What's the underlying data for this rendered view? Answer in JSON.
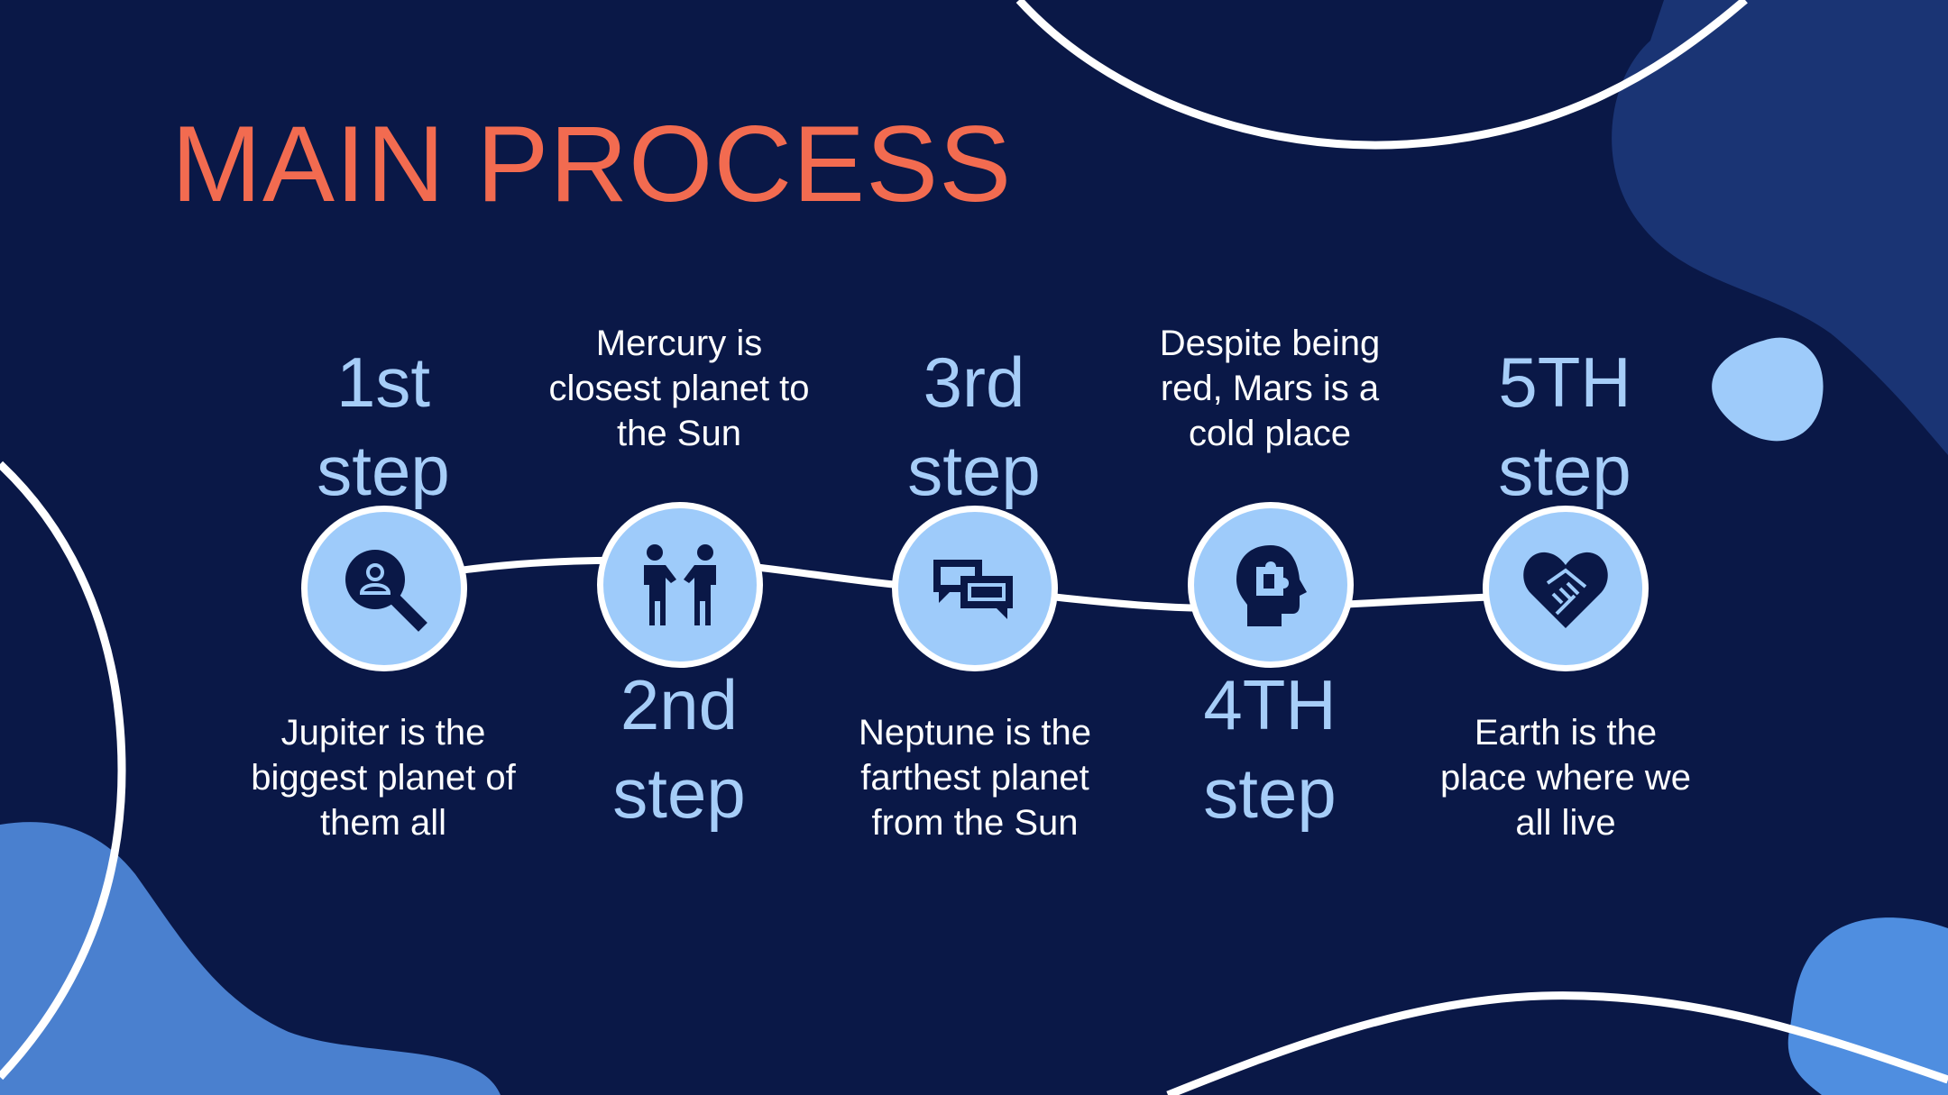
{
  "title": "MAIN PROCESS",
  "colors": {
    "background": "#0a1847",
    "title": "#f26b50",
    "step_label": "#a6cdf8",
    "node_fill": "#9ecbfa",
    "icon": "#0a1847",
    "blob_light": "#9ecbfa",
    "blob_mid": "#4a80cf",
    "blob_dark": "#1a3474"
  },
  "steps": [
    {
      "label": "1st\nstep",
      "description": "Jupiter is the\nbiggest planet of\nthem all",
      "icon": "user-search-icon"
    },
    {
      "label": "2nd\nstep",
      "description": "Mercury is\nclosest planet to\nthe Sun",
      "icon": "handshake-people-icon"
    },
    {
      "label": "3rd\nstep",
      "description": "Neptune is the\nfarthest planet\nfrom the Sun",
      "icon": "chat-bubbles-icon"
    },
    {
      "label": "4TH\nstep",
      "description": "Despite being\nred, Mars is a\ncold place",
      "icon": "head-puzzle-icon"
    },
    {
      "label": "5TH\nstep",
      "description": "Earth is the\nplace where we\nall live",
      "icon": "heart-handshake-icon"
    }
  ]
}
